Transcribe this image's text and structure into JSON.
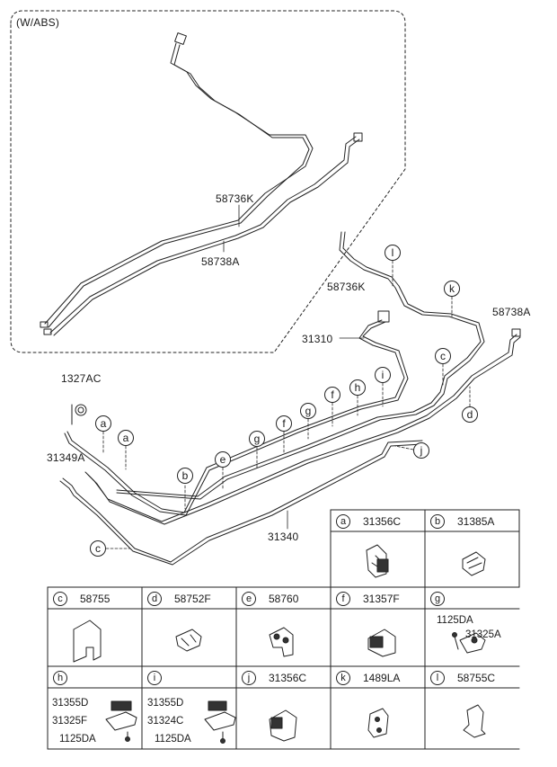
{
  "abs_box_label": "(W/ABS)",
  "parts": {
    "p58736K_abs": "58736K",
    "p58738A_abs": "58738A",
    "p58736K": "58736K",
    "p58738A": "58738A",
    "p31310": "31310",
    "p1327AC": "1327AC",
    "p31349A": "31349A",
    "p31340": "31340"
  },
  "callouts": {
    "l": "l",
    "k": "k",
    "c1": "c",
    "d": "d",
    "j": "j",
    "i": "i",
    "h": "h",
    "f1": "f",
    "g1": "g",
    "f2": "f",
    "g2": "g",
    "e": "e",
    "b": "b",
    "a1": "a",
    "a2": "a",
    "c2": "c"
  },
  "legend": {
    "a": {
      "letter": "a",
      "code": "31356C"
    },
    "b": {
      "letter": "b",
      "code": "31385A"
    },
    "c": {
      "letter": "c",
      "code": "58755"
    },
    "d": {
      "letter": "d",
      "code": "58752F"
    },
    "e": {
      "letter": "e",
      "code": "58760"
    },
    "f": {
      "letter": "f",
      "code": "31357F"
    },
    "g": {
      "letter": "g",
      "code": "",
      "sub1": "1125DA",
      "sub2": "31325A"
    },
    "h": {
      "letter": "h",
      "code": "",
      "sub1": "31355D",
      "sub2": "31325F",
      "sub3": "1125DA"
    },
    "i": {
      "letter": "i",
      "code": "",
      "sub1": "31355D",
      "sub2": "31324C",
      "sub3": "1125DA"
    },
    "j": {
      "letter": "j",
      "code": "31356C"
    },
    "k": {
      "letter": "k",
      "code": "1489LA"
    },
    "l": {
      "letter": "l",
      "code": "58755C"
    }
  }
}
